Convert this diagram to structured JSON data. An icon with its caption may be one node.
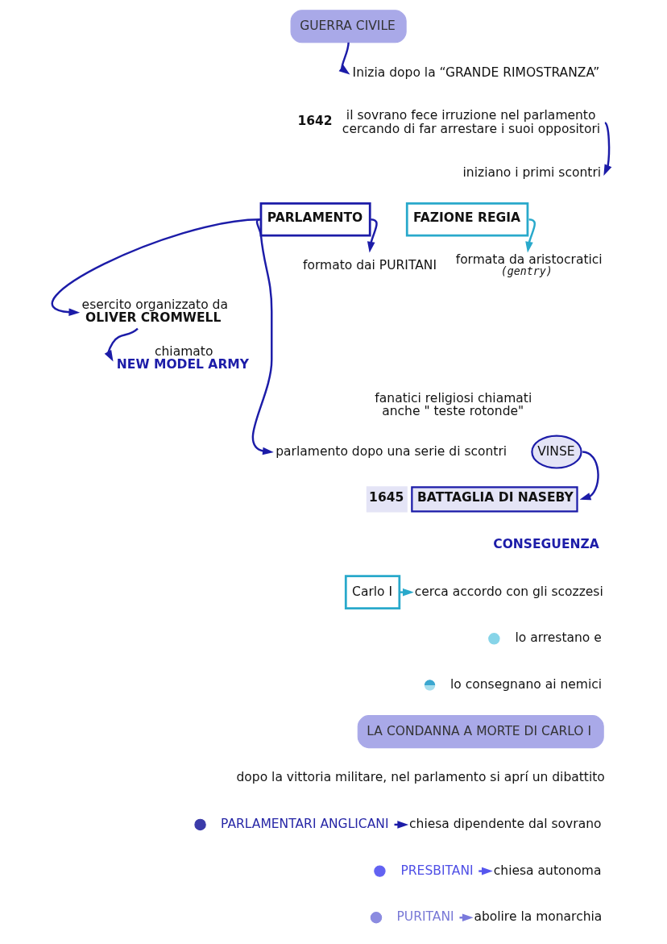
{
  "diagram": {
    "nodes": [
      {
        "text": [
          "GUERRA CIVILE"
        ]
      },
      {
        "text": [
          "Inizia dopo la “GRANDE RIMOSTRANZA”"
        ]
      },
      {
        "text": [
          "il sovrano fece irruzione nel parlamento cercando di far arrestare i suoi oppositori"
        ],
        "beside": [
          "1642"
        ]
      },
      {
        "text": [
          "iniziano i primi scontri"
        ]
      },
      {
        "text": [
          "PARLAMENTO"
        ]
      },
      {
        "text": [
          "formato dai PURITANI"
        ]
      },
      {
        "text": [
          "FAZIONE REGIA"
        ]
      },
      {
        "text": [
          "formata da aristocratici",
          "(gentry)"
        ]
      },
      {
        "text": [
          "esercito organizzato da",
          "OLIVER CROMWELL"
        ]
      },
      {
        "text": [
          "chiamato",
          "NEW MODEL ARMY"
        ]
      },
      {
        "text": [
          "parlamento dopo una serie di scontri"
        ]
      },
      {
        "text": [
          "VINSE"
        ]
      },
      {
        "text": [
          "BATTAGLIA DI NASEBY"
        ],
        "beside": [
          "1645"
        ]
      },
      {
        "text": [
          "Carlo I"
        ]
      },
      {
        "text": [
          "cerca accordo con gli scozzesi"
        ]
      },
      {
        "text": [
          "LA CONDANNA A MORTE DI CARLO I"
        ]
      },
      {
        "text": [
          "PARLAMENTARI ANGLICANI"
        ]
      },
      {
        "text": [
          "chiesa dipendente dal sovrano"
        ]
      },
      {
        "text": [
          "PRESBITANI"
        ]
      },
      {
        "text": [
          "chiesa autonoma"
        ]
      },
      {
        "text": [
          "PURITANI"
        ]
      },
      {
        "text": [
          "abolire la monarchia"
        ]
      }
    ],
    "edges": [
      {
        "from": 0,
        "to": 1,
        "arrow": "to"
      },
      {
        "from": 2,
        "to": 3,
        "arrow": "to"
      },
      {
        "from": 4,
        "to": 5,
        "arrow": "to"
      },
      {
        "from": 6,
        "to": 7,
        "arrow": "to",
        "color": "#29a9cb"
      },
      {
        "from": 4,
        "to": 8,
        "arrow": "to"
      },
      {
        "from": 4,
        "to": 10,
        "arrow": "to"
      },
      {
        "from": 8,
        "to": 9,
        "arrow": "to"
      },
      {
        "from": 11,
        "to": 12,
        "arrow": "to"
      },
      {
        "from": 13,
        "to": 14,
        "arrow": "to",
        "color": "#29a9cb"
      },
      {
        "from": 16,
        "to": 17,
        "arrow": "to"
      },
      {
        "from": 18,
        "to": 19,
        "arrow": "to",
        "color": "#5656ee"
      },
      {
        "from": 20,
        "to": 21,
        "arrow": "to",
        "color": "#7a7adc"
      }
    ],
    "labels": [
      "fanatici religiosi chiamati anche \" teste rotonde\"",
      "CONSEGUENZA",
      "lo arrestano e",
      "lo consegnano ai nemici",
      "dopo la vittoria militare, nel parlamento si aprí un dibattito"
    ]
  }
}
